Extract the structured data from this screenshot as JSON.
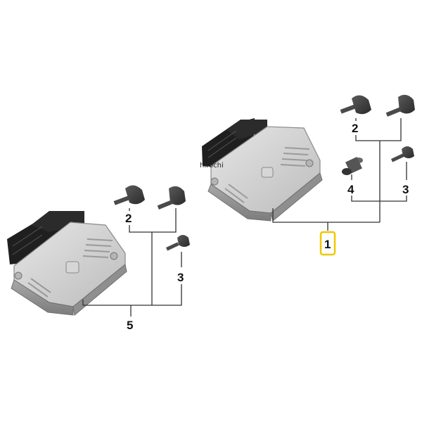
{
  "diagram": {
    "watermark": "hirochi",
    "callouts": {
      "left_key_top": "2",
      "left_key_side": "3",
      "left_ecu": "5",
      "right_key_top": "2",
      "right_key_side": "3",
      "right_bolt": "4",
      "right_assembly": "1"
    },
    "highlight_color": "#f0c800",
    "line_color": "#333333",
    "housing_color": "#c9c9c9",
    "connector_color": "#1f1f1f",
    "key_color": "#3a3a3a"
  }
}
